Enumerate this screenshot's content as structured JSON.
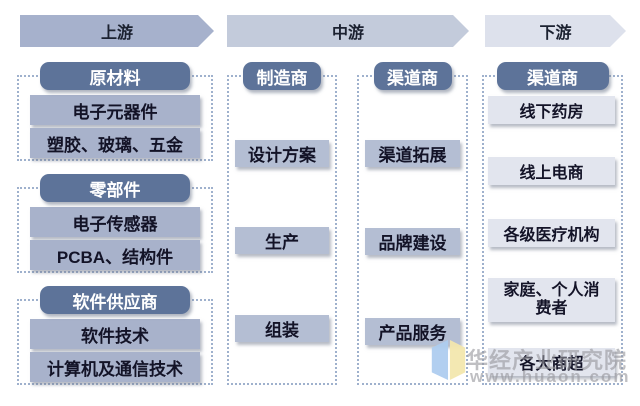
{
  "stages": [
    {
      "label": "上游"
    },
    {
      "label": "中游"
    },
    {
      "label": "下游"
    }
  ],
  "upstream": {
    "groups": [
      {
        "header": "原材料",
        "items": [
          "电子元器件",
          "塑胶、玻璃、五金"
        ]
      },
      {
        "header": "零部件",
        "items": [
          "电子传感器",
          "PCBA、结构件"
        ]
      },
      {
        "header": "软件供应商",
        "items": [
          "软件技术",
          "计算机及通信技术"
        ]
      }
    ]
  },
  "midstream": {
    "columns": [
      {
        "header": "制造商",
        "items": [
          "设计方案",
          "生产",
          "组装"
        ]
      },
      {
        "header": "渠道商",
        "items": [
          "渠道拓展",
          "品牌建设",
          "产品服务"
        ]
      }
    ]
  },
  "downstream": {
    "column": {
      "header": "渠道商",
      "items": [
        "线下药房",
        "线上电商",
        "各级医疗机构",
        "家庭、个人消费者",
        "各大商超"
      ]
    }
  },
  "watermark": {
    "brand": "华经产业研究院",
    "website": "www.huaon.com",
    "logo_icon": "open-book-logo"
  },
  "colors": {
    "stage_upstream": "#a6b1cc",
    "stage_midstream": "#c3cbdb",
    "stage_downstream": "#dde1ec",
    "group_header": "#5d7399",
    "item_upstream": "#a8b2cb",
    "item_midstream": "#b4bed3",
    "item_downstream": "#e2e5ee",
    "dotted_border": "#9fb1cd",
    "logo_blue": "#aecdf0",
    "logo_yellow": "#f3e7ae",
    "watermark_text": "#98989e"
  }
}
